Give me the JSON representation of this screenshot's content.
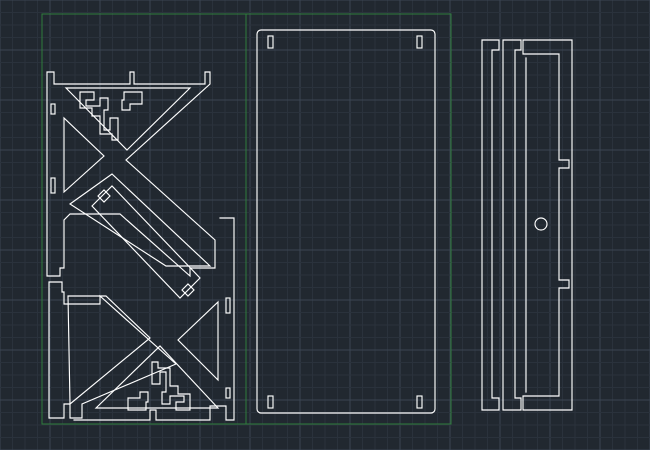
{
  "canvas": {
    "background_color": "#212830",
    "grid_major_color": "#3a4552",
    "grid_minor_color": "#2a323c",
    "geometry_color": "#ffffff",
    "sheet_border_color": "#2e7d3c"
  },
  "drawing": {
    "parts": [
      {
        "name": "triangular-support-panel",
        "count": 2
      },
      {
        "name": "rectangular-base-plate",
        "count": 1
      },
      {
        "name": "slotted-rail",
        "count": 3
      }
    ],
    "has_center_hole": true
  }
}
